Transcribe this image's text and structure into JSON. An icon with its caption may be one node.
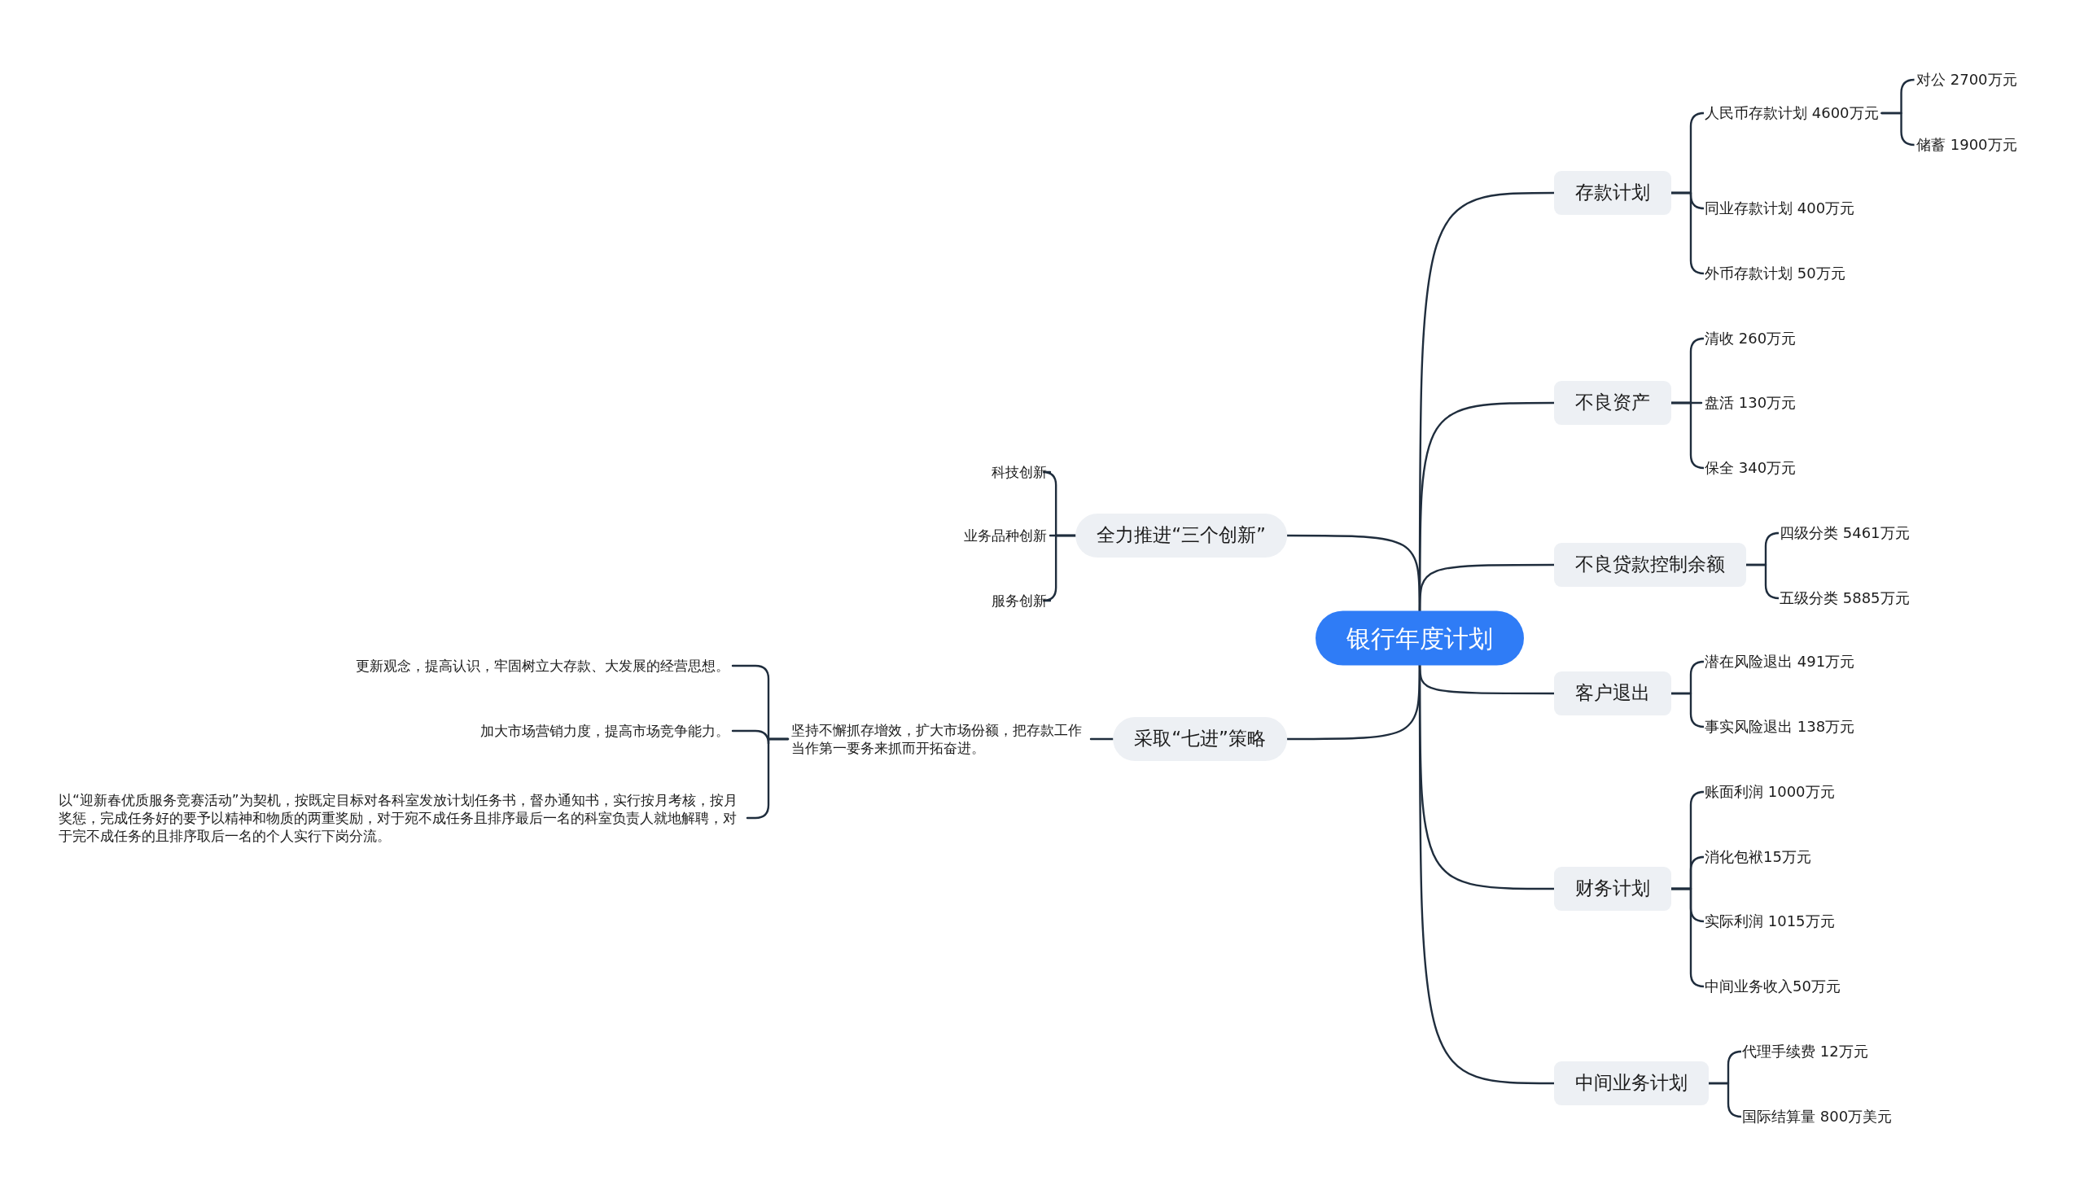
{
  "diagram": {
    "nodes": [
      {
        "text": [
          "银行年度计划"
        ]
      },
      {
        "text": [
          "存款计划"
        ]
      },
      {
        "text": [
          "人民币存款计划 4600万元"
        ]
      },
      {
        "text": [
          "对公 2700万元"
        ]
      },
      {
        "text": [
          "储蓄 1900万元"
        ]
      },
      {
        "text": [
          "同业存款计划 400万元"
        ]
      },
      {
        "text": [
          "外币存款计划 50万元"
        ]
      },
      {
        "text": [
          "不良资产"
        ]
      },
      {
        "text": [
          "清收 260万元"
        ]
      },
      {
        "text": [
          "盘活 130万元"
        ]
      },
      {
        "text": [
          "保全 340万元"
        ]
      },
      {
        "text": [
          "不良贷款控制余额"
        ]
      },
      {
        "text": [
          "四级分类 5461万元"
        ]
      },
      {
        "text": [
          "五级分类 5885万元"
        ]
      },
      {
        "text": [
          "客户退出"
        ]
      },
      {
        "text": [
          "潜在风险退出 491万元"
        ]
      },
      {
        "text": [
          "事实风险退出 138万元"
        ]
      },
      {
        "text": [
          "财务计划"
        ]
      },
      {
        "text": [
          "账面利润 1000万元"
        ]
      },
      {
        "text": [
          "消化包袱15万元"
        ]
      },
      {
        "text": [
          "实际利润 1015万元"
        ]
      },
      {
        "text": [
          "中间业务收入50万元"
        ]
      },
      {
        "text": [
          "中间业务计划"
        ]
      },
      {
        "text": [
          "代理手续费 12万元"
        ]
      },
      {
        "text": [
          "国际结算量 800万美元"
        ]
      },
      {
        "text": [
          "全力推进“三个创新”"
        ]
      },
      {
        "text": [
          "科技创新"
        ]
      },
      {
        "text": [
          "业务品种创新"
        ]
      },
      {
        "text": [
          "服务创新"
        ]
      },
      {
        "text": [
          "采取“七进”策略"
        ]
      },
      {
        "text": [
          "坚持不懈抓存增效，扩大市场份额，把存款工作当作第一要务来抓而开拓奋进。"
        ]
      },
      {
        "text": [
          "更新观念，提高认识，牢固树立大存款、大发展的经营思想。"
        ]
      },
      {
        "text": [
          "加大市场营销力度，提高市场竞争能力。"
        ]
      },
      {
        "text": [
          "以“迎新春优质服务竞赛活动”为契机，按既定目标对各科室发放计划任务书，督办通知书，实行按月考核，按月奖惩，完成任务好的要予以精神和物质的两重奖励，对于宛不成任务且排序最后一名的科室负责人就地解聘，对于完不成任务的且排序取后一名的个人实行下岗分流。"
        ]
      }
    ],
    "edges": [
      {
        "from": 0,
        "to": 1,
        "arrow": "none"
      },
      {
        "from": 1,
        "to": 2,
        "arrow": "none"
      },
      {
        "from": 2,
        "to": 3,
        "arrow": "none"
      },
      {
        "from": 2,
        "to": 4,
        "arrow": "none"
      },
      {
        "from": 1,
        "to": 5,
        "arrow": "none"
      },
      {
        "from": 1,
        "to": 6,
        "arrow": "none"
      },
      {
        "from": 0,
        "to": 7,
        "arrow": "none"
      },
      {
        "from": 7,
        "to": 8,
        "arrow": "none"
      },
      {
        "from": 7,
        "to": 9,
        "arrow": "none"
      },
      {
        "from": 7,
        "to": 10,
        "arrow": "none"
      },
      {
        "from": 0,
        "to": 11,
        "arrow": "none"
      },
      {
        "from": 11,
        "to": 12,
        "arrow": "none"
      },
      {
        "from": 11,
        "to": 13,
        "arrow": "none"
      },
      {
        "from": 0,
        "to": 14,
        "arrow": "none"
      },
      {
        "from": 14,
        "to": 15,
        "arrow": "none"
      },
      {
        "from": 14,
        "to": 16,
        "arrow": "none"
      },
      {
        "from": 0,
        "to": 17,
        "arrow": "none"
      },
      {
        "from": 17,
        "to": 18,
        "arrow": "none"
      },
      {
        "from": 17,
        "to": 19,
        "arrow": "none"
      },
      {
        "from": 17,
        "to": 20,
        "arrow": "none"
      },
      {
        "from": 17,
        "to": 21,
        "arrow": "none"
      },
      {
        "from": 0,
        "to": 22,
        "arrow": "none"
      },
      {
        "from": 22,
        "to": 23,
        "arrow": "none"
      },
      {
        "from": 22,
        "to": 24,
        "arrow": "none"
      },
      {
        "from": 0,
        "to": 25,
        "arrow": "none"
      },
      {
        "from": 25,
        "to": 26,
        "arrow": "none"
      },
      {
        "from": 25,
        "to": 27,
        "arrow": "none"
      },
      {
        "from": 25,
        "to": 28,
        "arrow": "none"
      },
      {
        "from": 0,
        "to": 29,
        "arrow": "none"
      },
      {
        "from": 29,
        "to": 30,
        "arrow": "none"
      },
      {
        "from": 30,
        "to": 31,
        "arrow": "none"
      },
      {
        "from": 30,
        "to": 32,
        "arrow": "none"
      },
      {
        "from": 30,
        "to": 33,
        "arrow": "none"
      }
    ]
  }
}
